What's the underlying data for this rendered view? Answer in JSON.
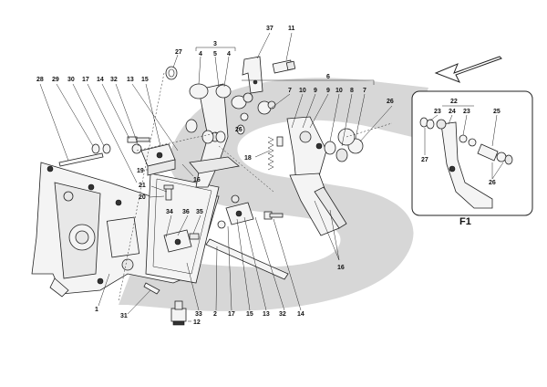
{
  "colors": {
    "watermark": "#d7d7d7",
    "ink": "#222222",
    "background": "#ffffff"
  },
  "callouts": {
    "c1": "1",
    "c2": "2",
    "c3": "3",
    "c4a": "4",
    "c5": "5",
    "c4b": "4",
    "c6": "6",
    "c7a": "7",
    "c10a": "10",
    "c9a": "9",
    "c9b": "9",
    "c10b": "10",
    "c8": "8",
    "c7b": "7",
    "c11": "11",
    "c12": "12",
    "c13a": "13",
    "c13b": "13",
    "c14a": "14",
    "c14b": "14",
    "c15a": "15",
    "c15b": "15",
    "c16a": "16",
    "c16b": "16",
    "c17a": "17",
    "c17b": "17",
    "c18": "18",
    "c19": "19",
    "c20": "20",
    "c21": "21",
    "c26a": "26",
    "c26b": "26",
    "c27": "27",
    "c28": "28",
    "c29": "29",
    "c30": "30",
    "c31": "31",
    "c32a": "32",
    "c32b": "32",
    "c33": "33",
    "c34": "34",
    "c35": "35",
    "c36": "36",
    "c37": "37"
  },
  "inset": {
    "label": "F1",
    "c22": "22",
    "c23a": "23",
    "c24": "24",
    "c23b": "23",
    "c25": "25",
    "c26": "26",
    "c27": "27"
  }
}
